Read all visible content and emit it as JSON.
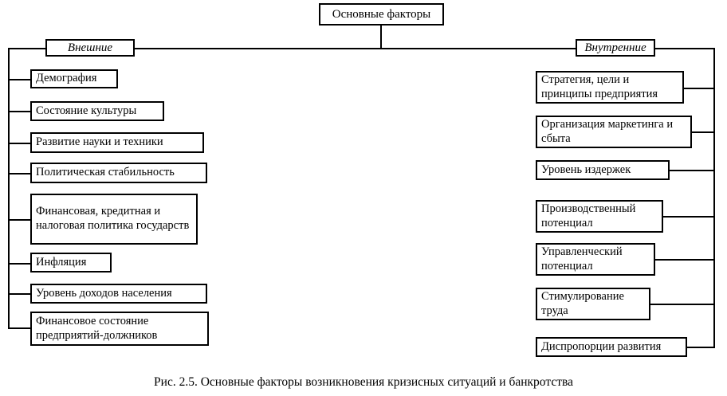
{
  "colors": {
    "ink": "#000000",
    "background": "#ffffff"
  },
  "diagram": {
    "root": "Основные факторы",
    "branches": {
      "external": {
        "label": "Внешние"
      },
      "internal": {
        "label": "Внутренние"
      }
    },
    "external_factors": [
      "Демография",
      "Состояние культуры",
      "Развитие науки и техники",
      "Политическая стабильность",
      "Финансовая, кредитная и налоговая политика государств",
      "Инфляция",
      "Уровень доходов населения",
      "Финансовое состояние предприятий-должников"
    ],
    "internal_factors": [
      "Стратегия, цели и принципы предприятия",
      "Организация маркетинга и сбыта",
      "Уровень издержек",
      "Производственный потенциал",
      "Управленческий потенциал",
      "Стимулирование труда",
      "Диспропорции развития"
    ],
    "caption": "Рис. 2.5. Основные факторы возникновения кризисных ситуаций и банкротства"
  }
}
